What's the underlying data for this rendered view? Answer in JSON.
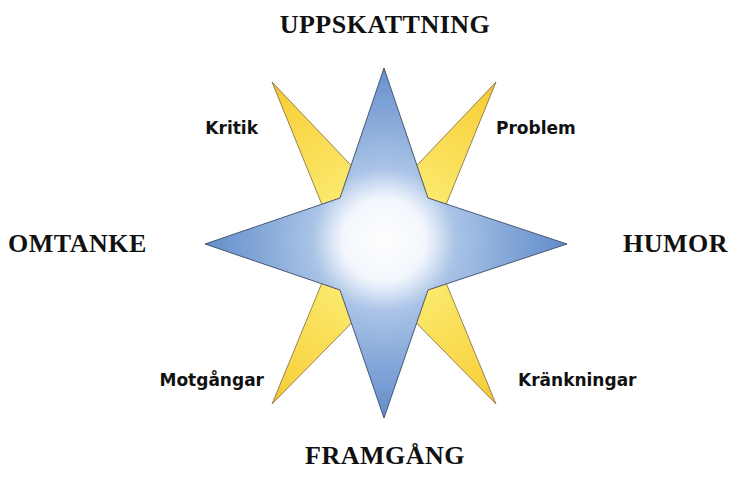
{
  "diagram": {
    "labels": [
      "UPPSKATTNING",
      "Kritik",
      "Problem",
      "OMTANKE",
      "HUMOR",
      "Motgångar",
      "Kränkningar",
      "FRAMGÅNG"
    ]
  }
}
